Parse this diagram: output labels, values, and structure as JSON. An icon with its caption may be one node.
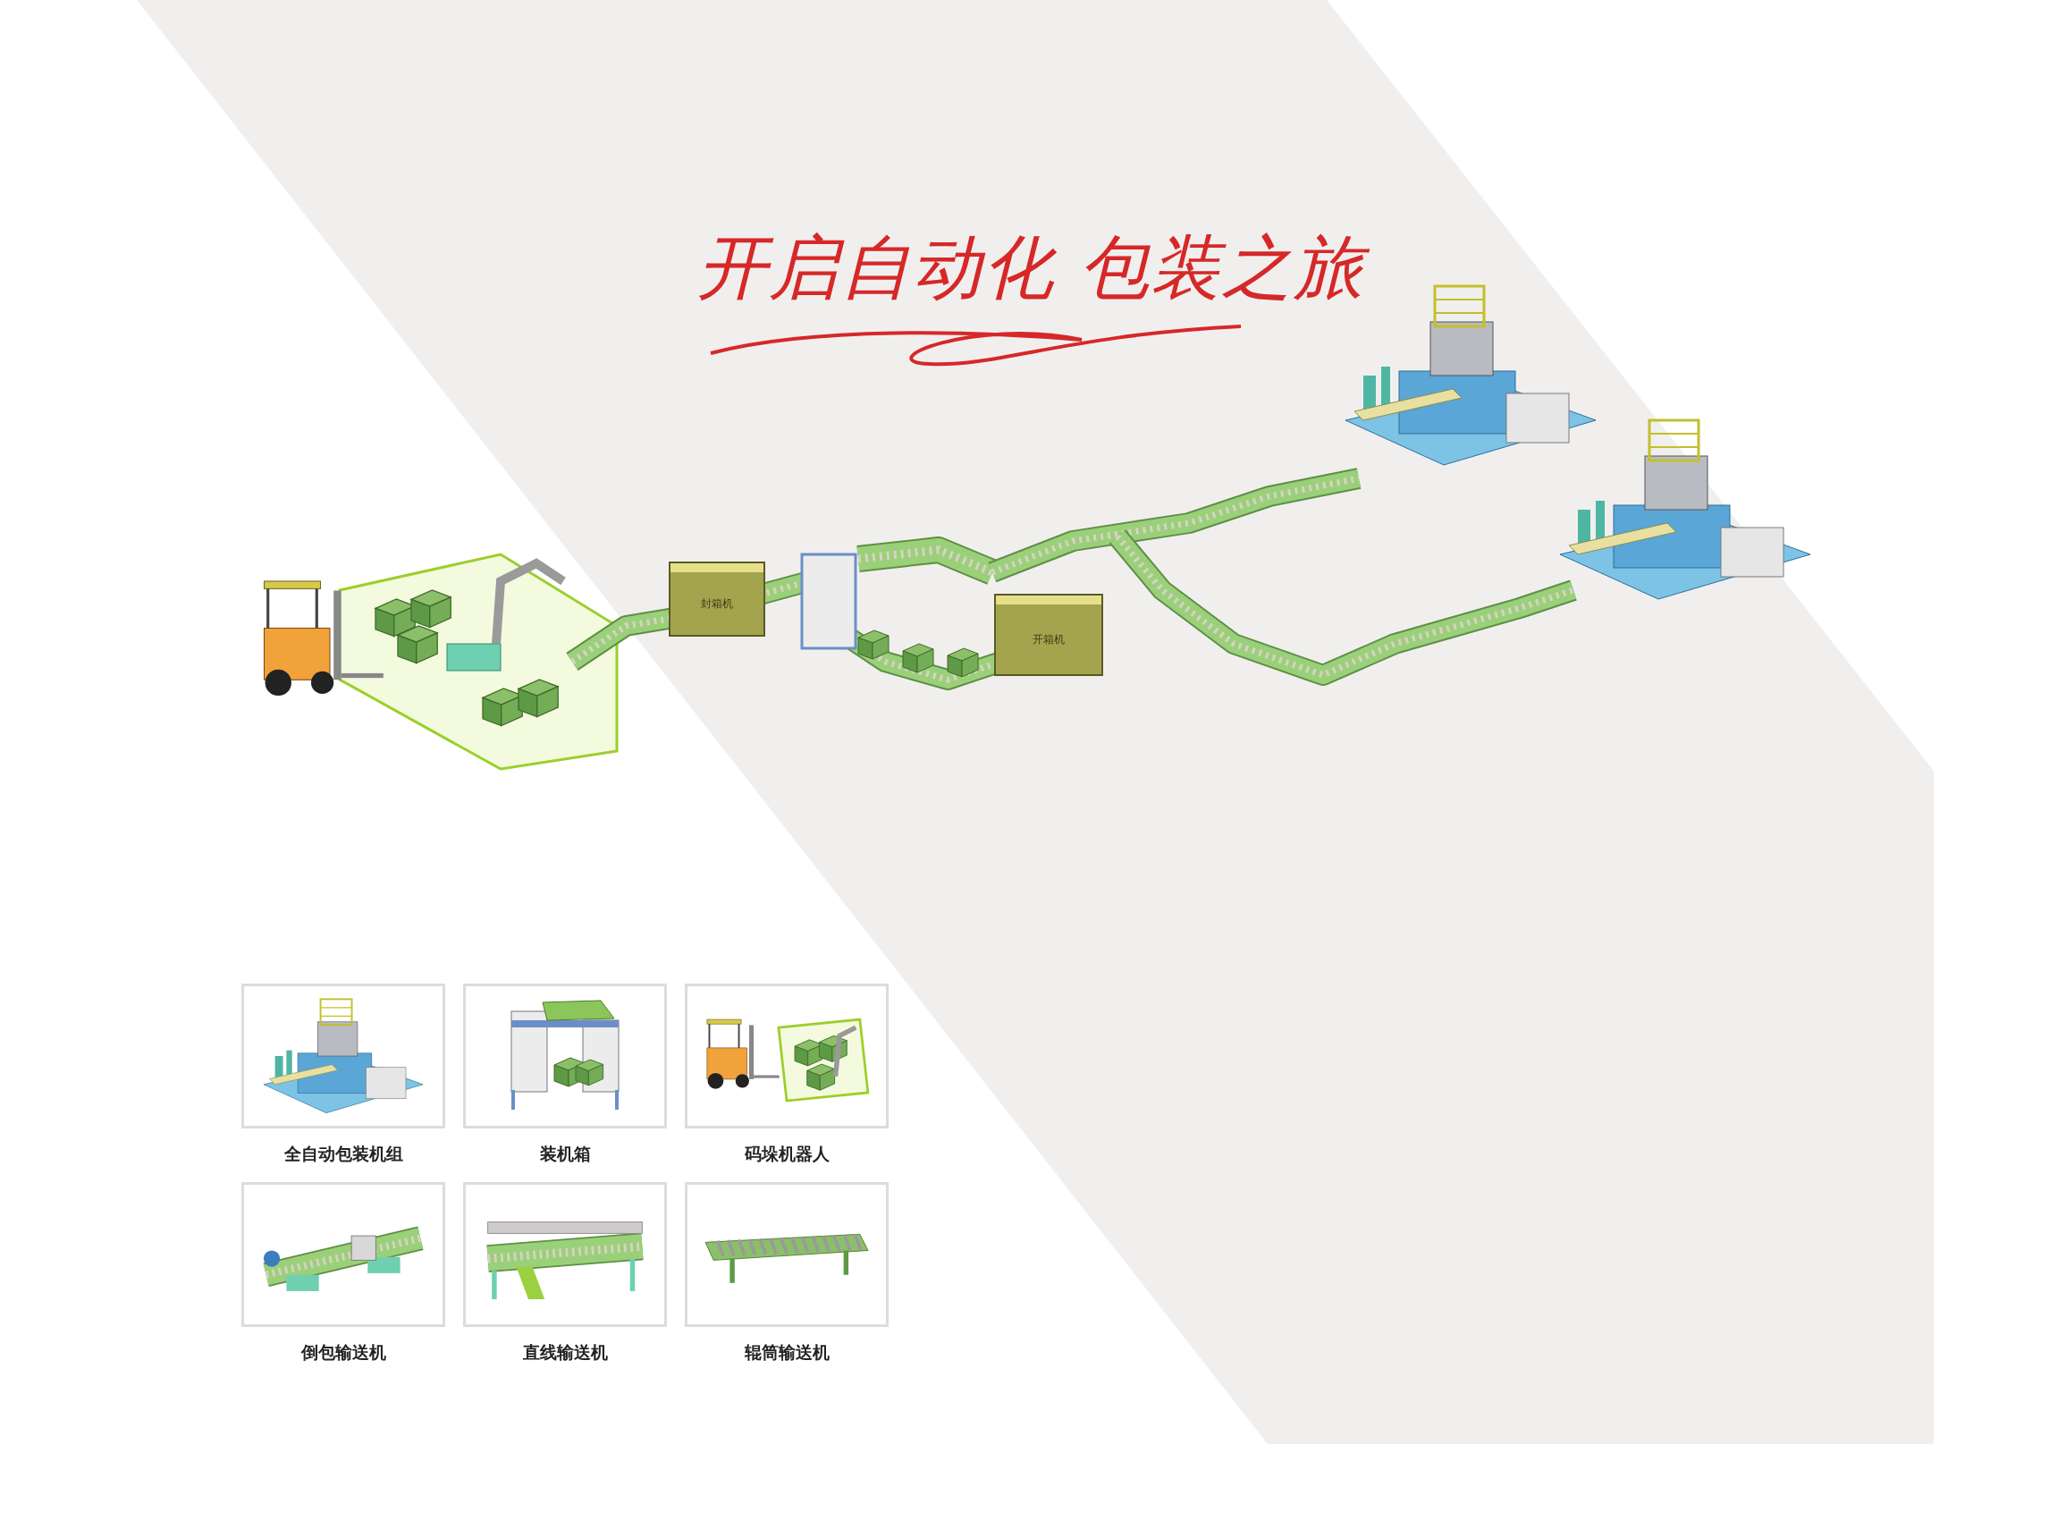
{
  "diagram": {
    "title": "开启自动化 包装之旅",
    "nodes": [
      {
        "text": [
          "封箱机"
        ]
      },
      {
        "text": [
          "开箱机"
        ]
      }
    ],
    "labels": [
      "全自动包装机组",
      "装机箱",
      "码垛机器人",
      "倒包输送机",
      "直线输送机",
      "辊筒输送机"
    ]
  }
}
